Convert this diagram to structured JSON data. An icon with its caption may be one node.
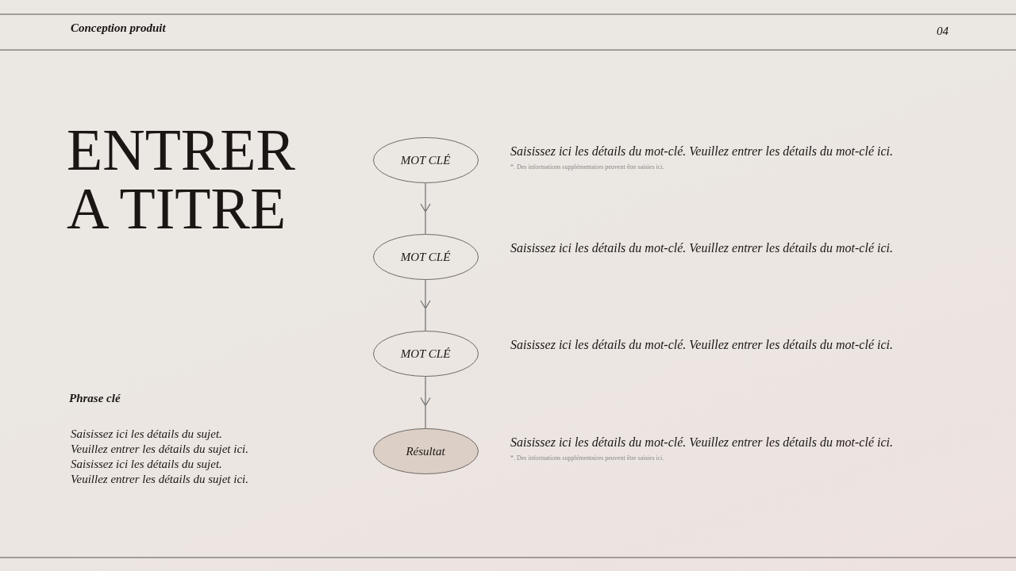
{
  "diagram": {
    "title": "ENTRER A TITRE",
    "nodes": [
      {
        "text": [
          "MOT CLÉ"
        ],
        "beside": [
          "Saisissez ici les détails du mot-clé. Veuillez entrer les détails du mot-clé ici.",
          "*. Des informations supplémentaires peuvent être saisies ici."
        ]
      },
      {
        "text": [
          "MOT CLÉ"
        ],
        "beside": [
          "Saisissez ici les détails du mot-clé. Veuillez entrer les détails du mot-clé ici."
        ]
      },
      {
        "text": [
          "MOT CLÉ"
        ],
        "beside": [
          "Saisissez ici les détails du mot-clé. Veuillez entrer les détails du mot-clé ici."
        ]
      },
      {
        "text": [
          "Résultat"
        ],
        "beside": [
          "Saisissez ici les détails du mot-clé. Veuillez entrer les détails du mot-clé ici.",
          "*. Des informations supplémentaires peuvent être saisies ici."
        ]
      }
    ],
    "edges": [
      {
        "from": 0,
        "to": 1,
        "arrow": "to"
      },
      {
        "from": 1,
        "to": 2,
        "arrow": "to"
      },
      {
        "from": 2,
        "to": 3,
        "arrow": "to"
      }
    ],
    "labels": [
      "Conception produit",
      "04",
      "Phrase clé",
      "Saisissez ici les détails du sujet.",
      "Veuillez entrer les détails du sujet ici.",
      "Saisissez ici les détails du sujet.",
      "Veuillez entrer les détails du sujet ici."
    ]
  }
}
